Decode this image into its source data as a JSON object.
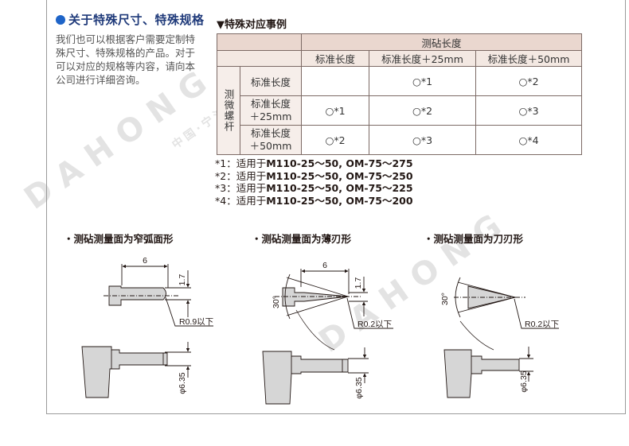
{
  "intro": {
    "title": "关于特殊尺寸、特殊规格",
    "lines": [
      "我们也可以根据客户需要定制特",
      "殊尺寸、特殊规格的产品。对于",
      "可以对应的规格等内容，请向本",
      "公司进行详细咨询。"
    ]
  },
  "table": {
    "title": "▼特殊对应事例",
    "col_group": "测砧长度",
    "cols": [
      "标准长度",
      "标准长度＋25mm",
      "标准长度＋50mm"
    ],
    "row_group": "测微螺杆",
    "rows": [
      {
        "label_line1": "标准长度",
        "label_line2": "",
        "cells": [
          "",
          "○*1",
          "○*2"
        ]
      },
      {
        "label_line1": "标准长度",
        "label_line2": "＋25mm",
        "cells": [
          "○*1",
          "○*2",
          "○*3"
        ]
      },
      {
        "label_line1": "标准长度",
        "label_line2": "＋50mm",
        "cells": [
          "○*2",
          "○*3",
          "○*4"
        ]
      }
    ]
  },
  "notes": [
    {
      "prefix": "*1：适用于",
      "models": "M110-25～50, OM-75～275"
    },
    {
      "prefix": "*2：适用于",
      "models": "M110-25～50, OM-75～250"
    },
    {
      "prefix": "*3：适用于",
      "models": "M110-25～50, OM-75～225"
    },
    {
      "prefix": "*4：适用于",
      "models": "M110-25～50, OM-75～200"
    }
  ],
  "diagrams": [
    {
      "title": "・测砧测量面为窄弧面形",
      "dim_len": "6",
      "dim_h": "1.7",
      "radius": "R0.9以下",
      "dia": "φ6.35"
    },
    {
      "title": "・测砧测量面为薄刃形",
      "dim_len": "6",
      "dim_h": "1.7",
      "angle": "30°",
      "radius": "R0.2以下",
      "dia": "φ6.35"
    },
    {
      "title": "・测砧测量面为刀刃形",
      "angle": "30°",
      "radius": "R0.2以下",
      "dia": "φ6.35"
    }
  ],
  "watermark": {
    "text": "DAHONG",
    "sub": "中国·宁波"
  }
}
